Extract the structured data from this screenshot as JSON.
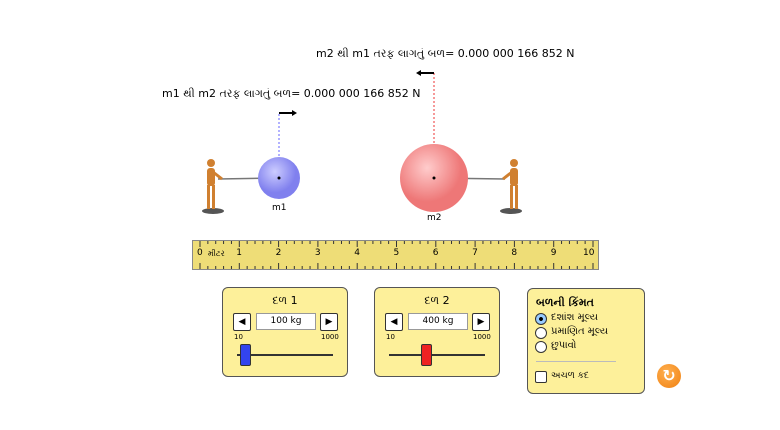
{
  "forces": {
    "m1_on_m2_label": "m1 થી m2 તરફ લાગતું બળ= 0.000 000 166 852 N",
    "m2_on_m1_label": "m2 થી m1 તરફ લાગતું બળ= 0.000 000 166 852 N"
  },
  "masses": {
    "m1_label": "m1",
    "m2_label": "m2",
    "m1_color": "#9999ff",
    "m2_color": "#ff8888"
  },
  "ruler": {
    "unit": "મીટર",
    "ticks": [
      "0",
      "1",
      "2",
      "3",
      "4",
      "5",
      "6",
      "7",
      "8",
      "9",
      "10"
    ]
  },
  "mass1_panel": {
    "title": "દળ 1",
    "value": "100 kg",
    "min": "10",
    "max": "1000",
    "fraction": 0.09
  },
  "mass2_panel": {
    "title": "દળ 2",
    "value": "400 kg",
    "min": "10",
    "max": "1000",
    "fraction": 0.39
  },
  "force_values_panel": {
    "title": "બળની કિંમત",
    "options": [
      "દશાંશ મૂલ્ય",
      "પ્રમાણિત મૂલ્ય",
      "છુપાવો"
    ],
    "selected": 0,
    "constant_size_label": "અચળ કદ",
    "constant_size_checked": false
  },
  "reset_icon": "reset-icon"
}
